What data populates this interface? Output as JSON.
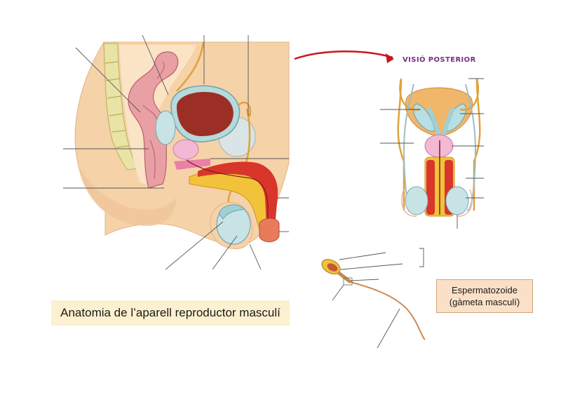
{
  "caption": {
    "text": "Anatomia de l’aparell reproductor masculí"
  },
  "sperm_label": {
    "line1": "Espermatozoide",
    "line2": "(gàmeta masculí)"
  },
  "posterior_view": {
    "title": "VISIÓ POSTERIOR"
  },
  "colors": {
    "skin": "#f6d2a8",
    "bladder": "#9c2f25",
    "rectum": "#e8a0a4",
    "testis": "#c7e3e6",
    "prostate": "#f3b8d4",
    "urethra_red": "#d8352b",
    "urethra_yellow": "#f2c23a",
    "arrow": "#c8161d",
    "title_purple": "#7a2e86"
  }
}
